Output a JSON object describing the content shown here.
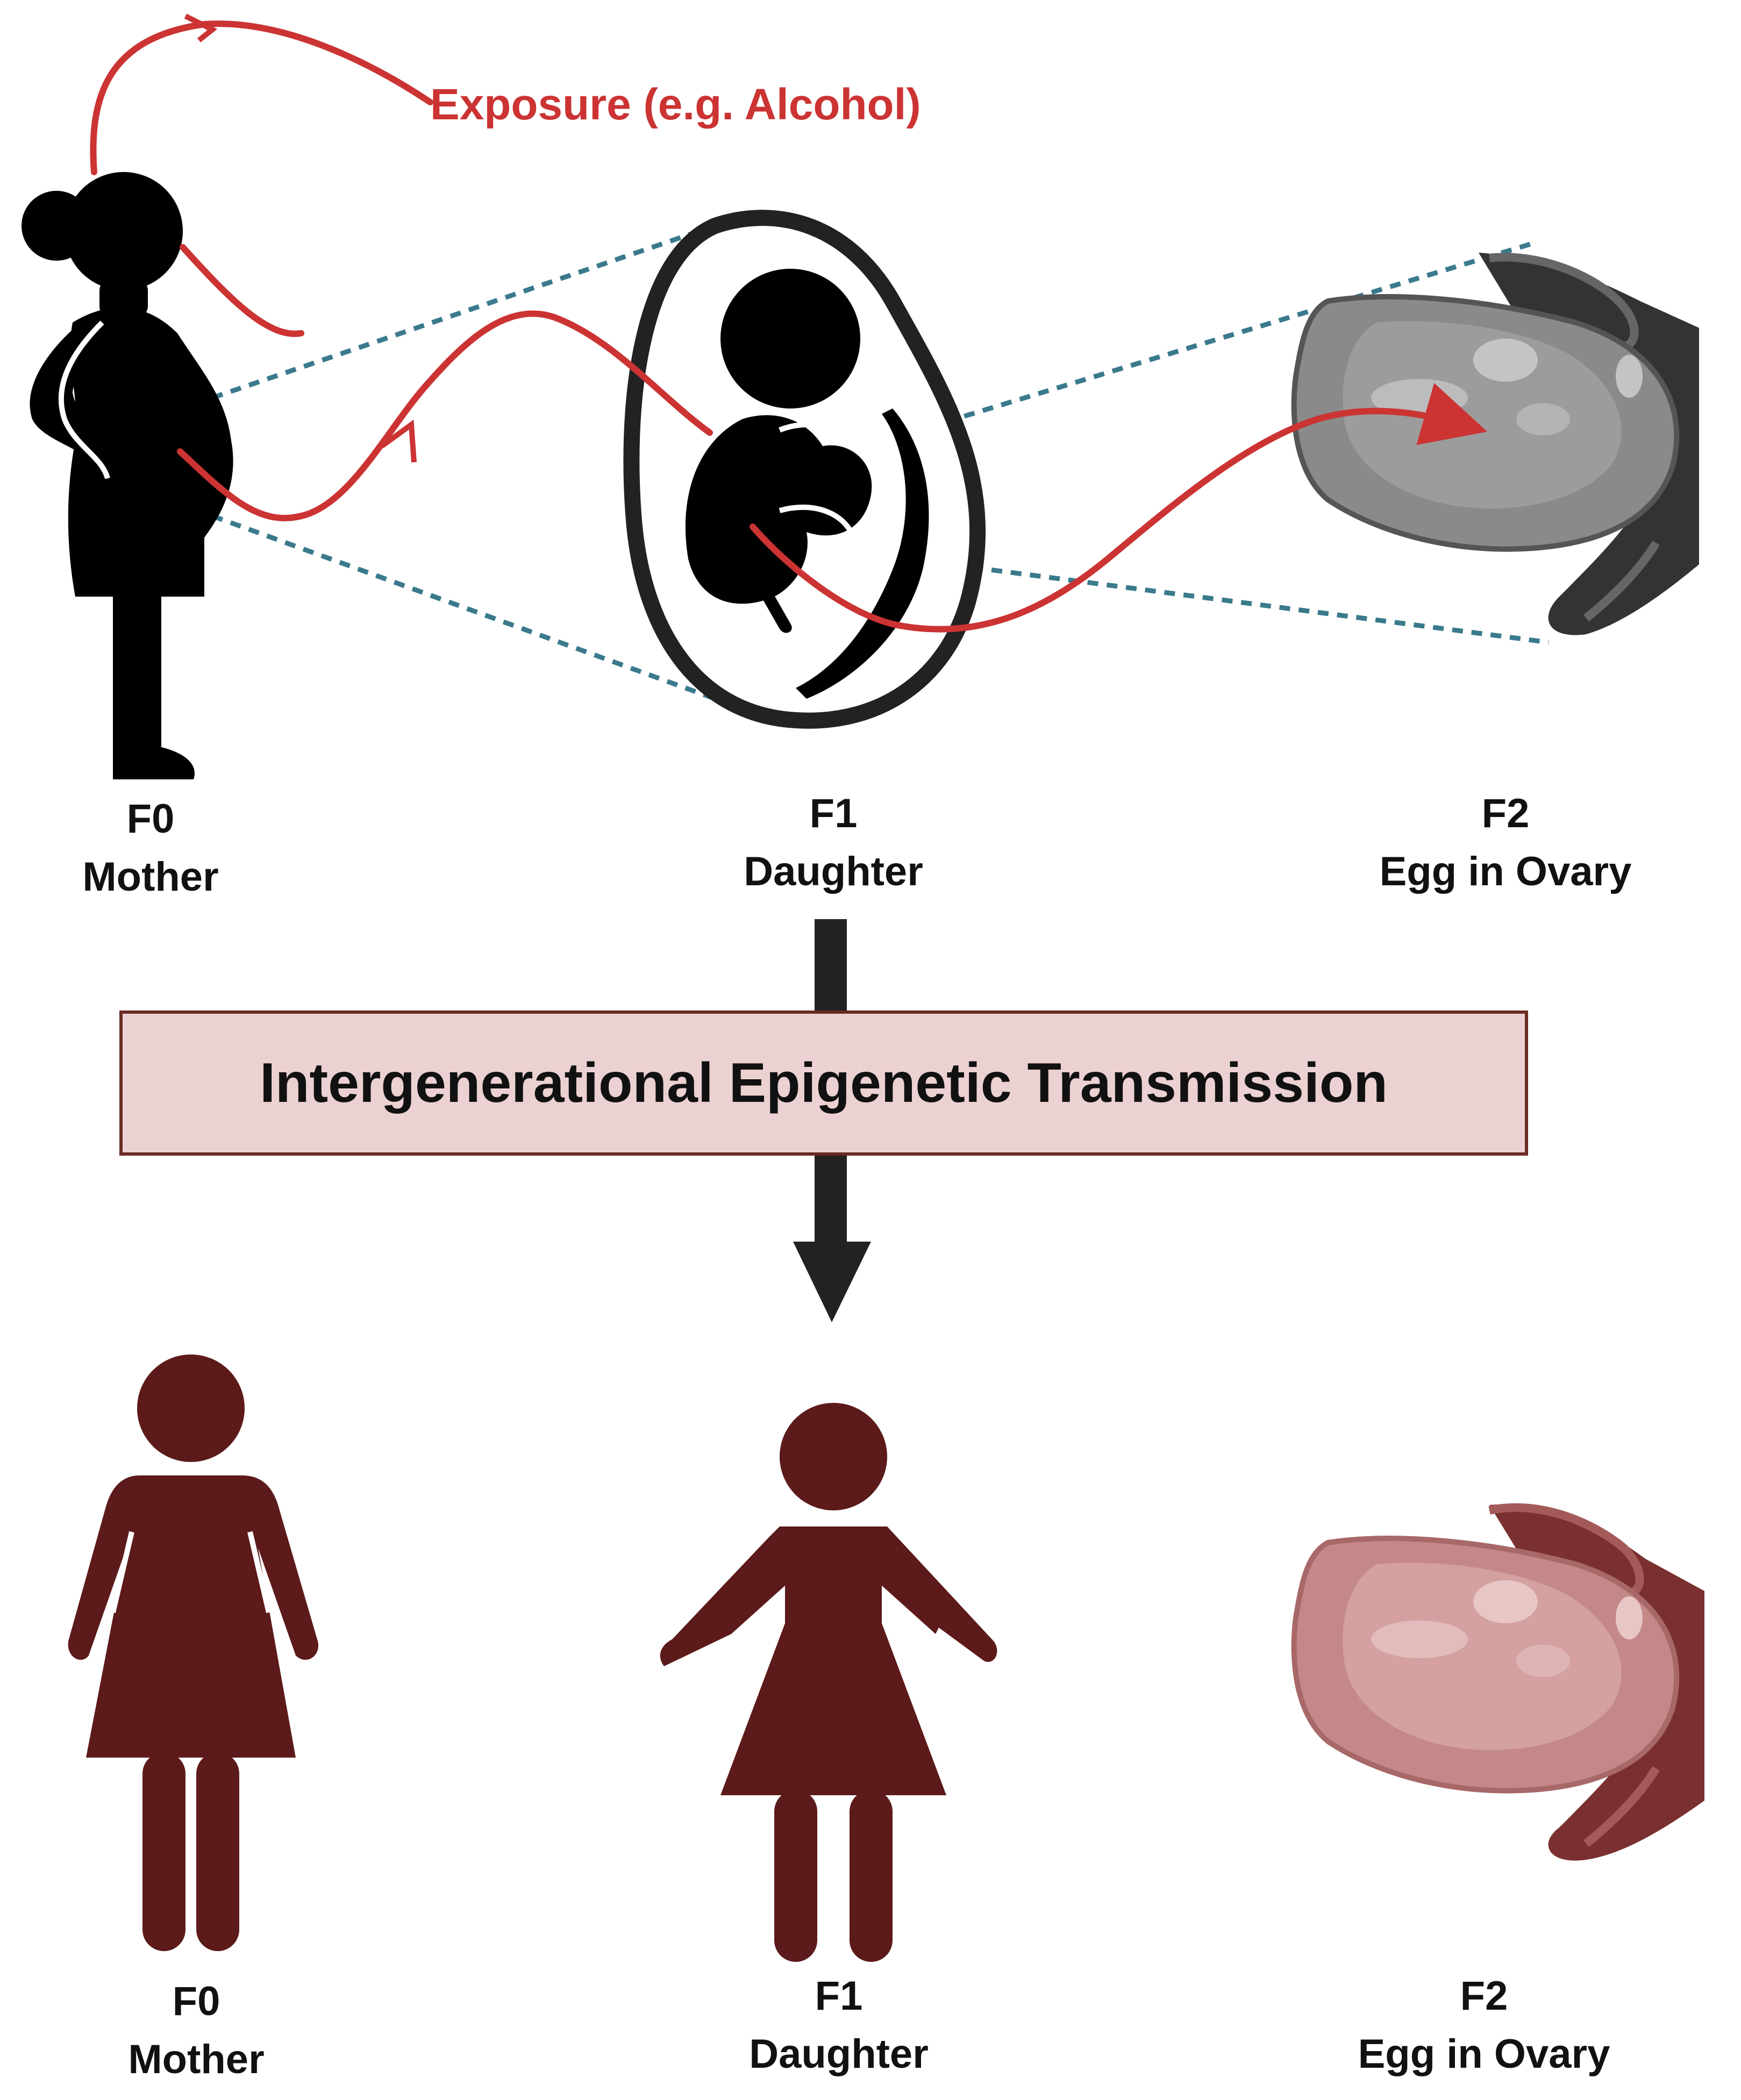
{
  "exposure": {
    "label": "Exposure (e.g. Alcohol)"
  },
  "top_row": {
    "f0": {
      "gen": "F0",
      "name": "Mother"
    },
    "f1": {
      "gen": "F1",
      "name": "Daughter"
    },
    "f2": {
      "gen": "F2",
      "name": "Egg in Ovary"
    }
  },
  "banner": {
    "title": "Intergenerational Epigenetic Transmission"
  },
  "bottom_row": {
    "f0": {
      "gen": "F0",
      "name": "Mother"
    },
    "f1": {
      "gen": "F1",
      "name": "Daughter"
    },
    "f2": {
      "gen": "F2",
      "name": "Egg in Ovary"
    }
  },
  "colors": {
    "exposure_red": "#cc3333",
    "silhouette_black": "#000000",
    "maroon": "#5c1a1a",
    "banner_fill": "#ecd1d2",
    "dotted_teal": "#3a7a8c",
    "ovary_gray": "#8a8a8a",
    "ovary_pink": "#c48888"
  }
}
